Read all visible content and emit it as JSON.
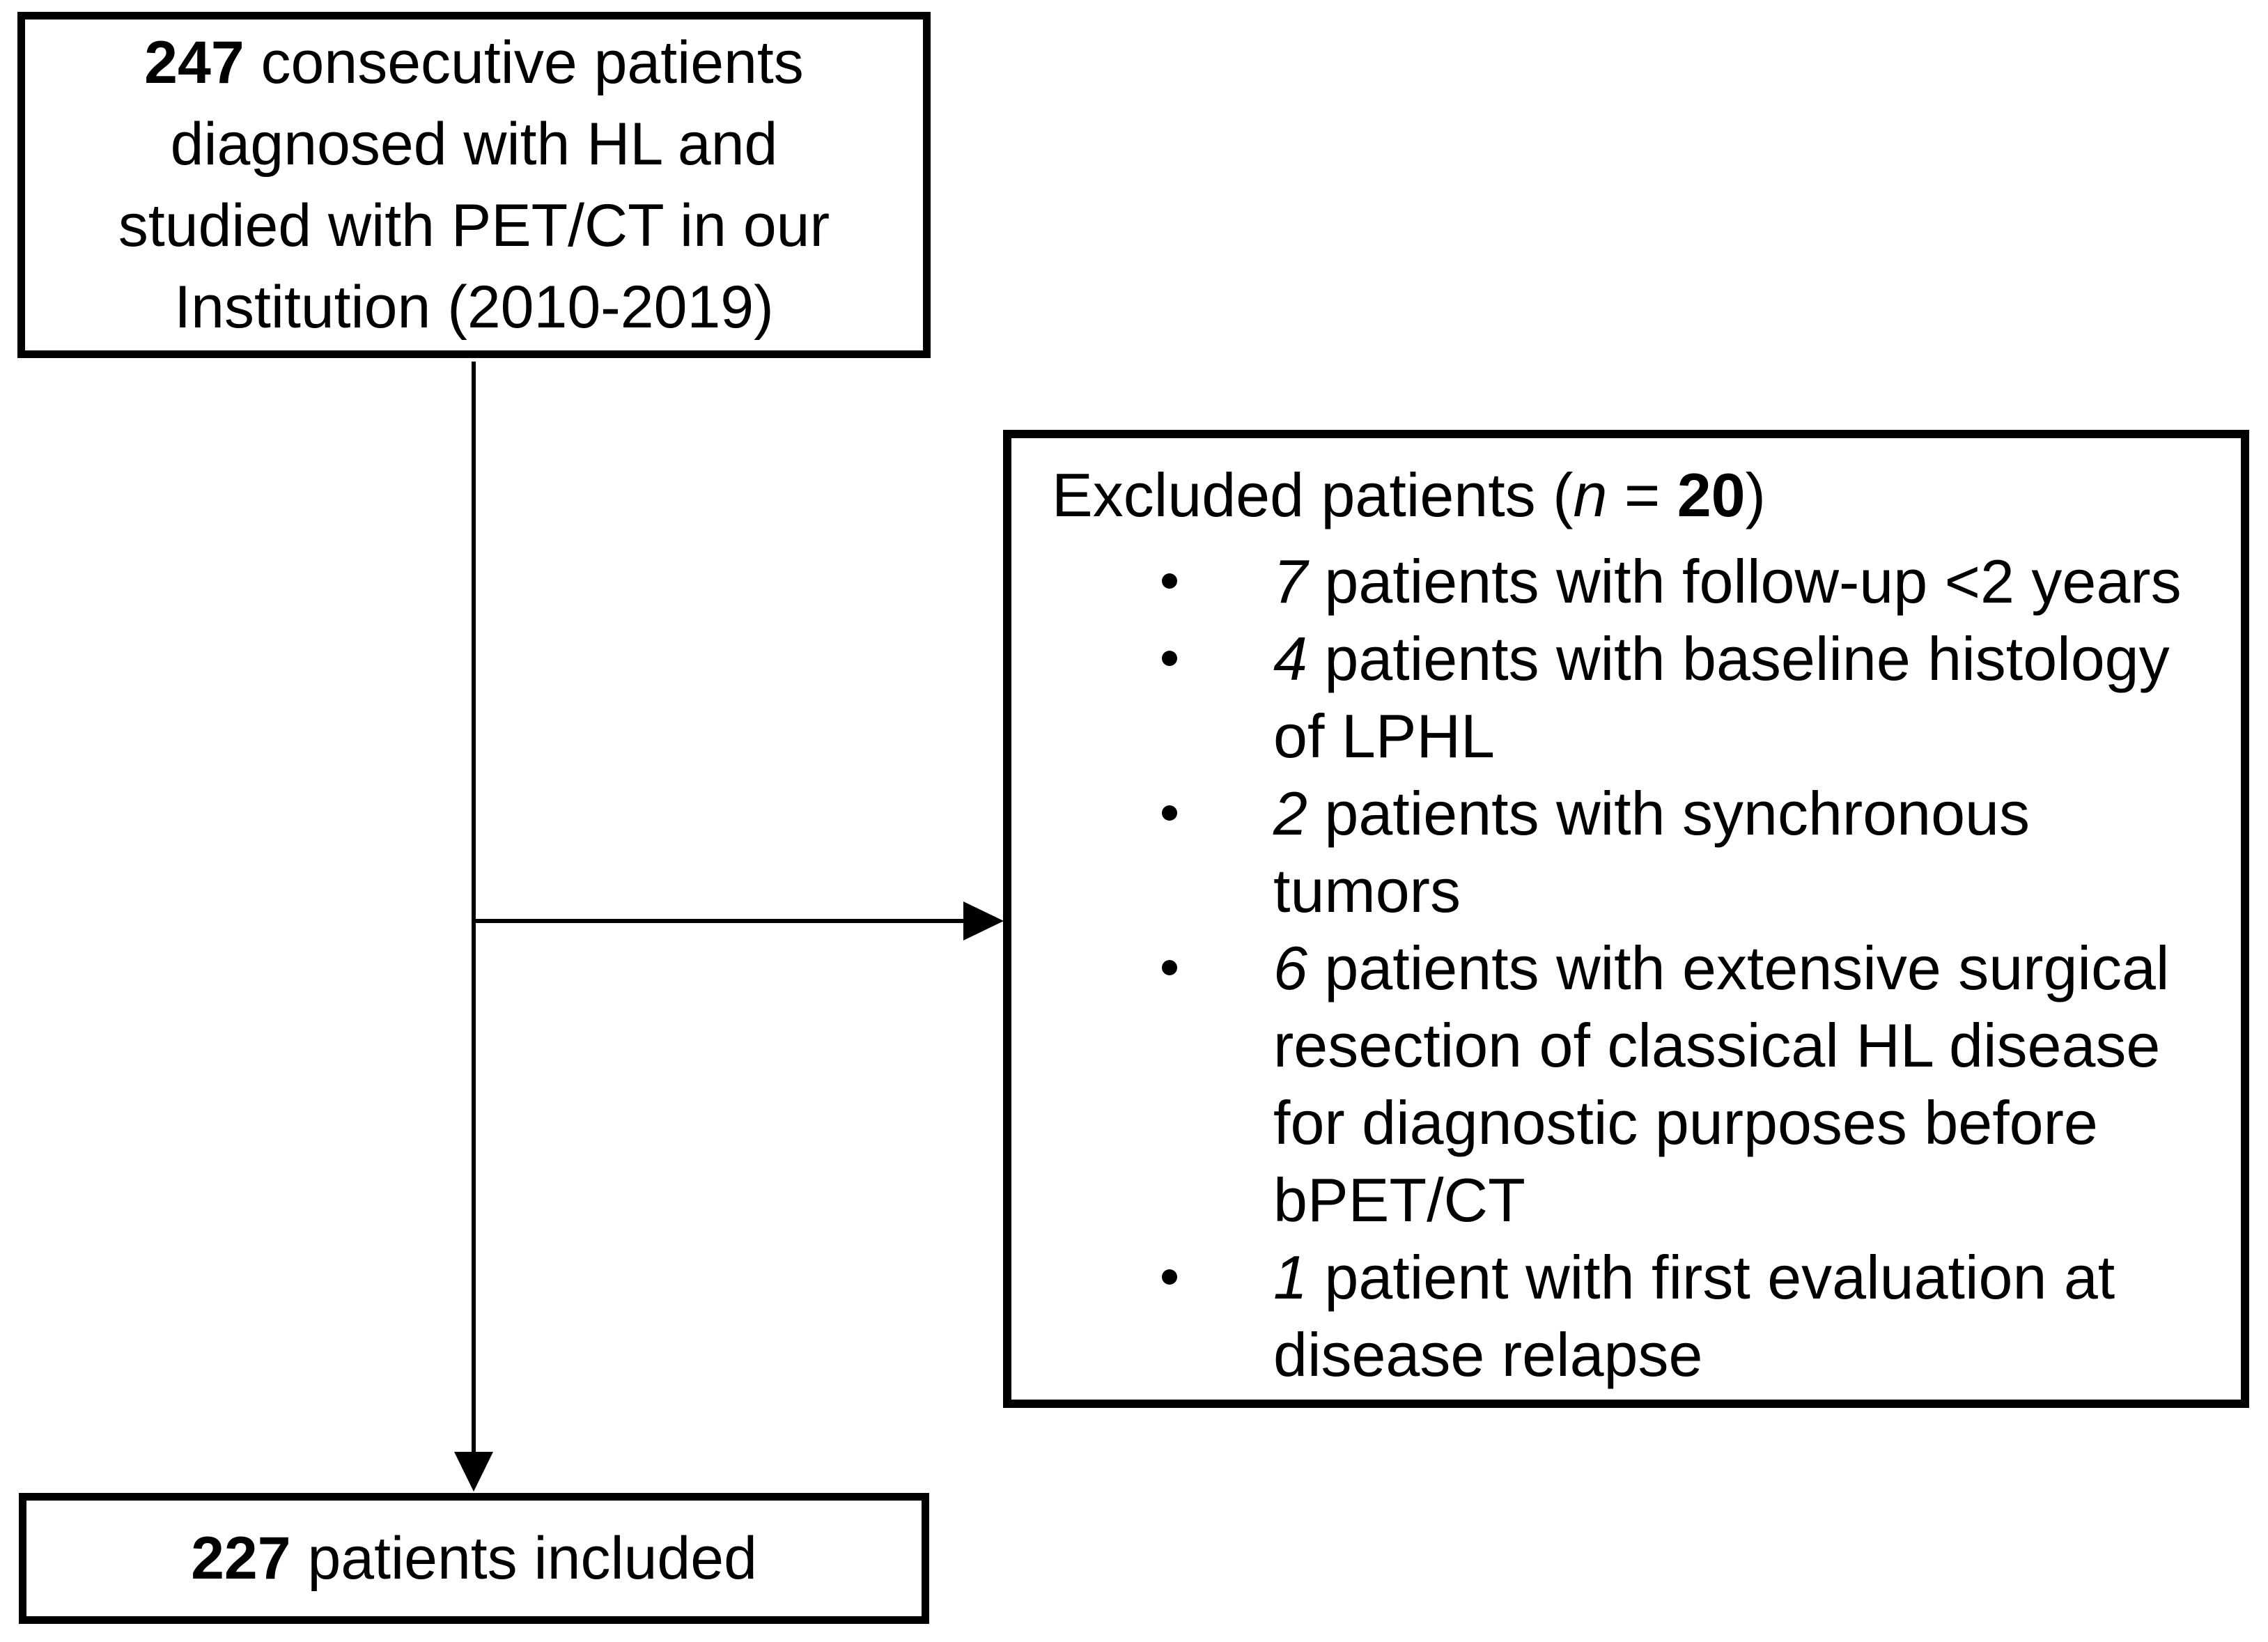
{
  "diagram": {
    "type": "patient-flowchart",
    "initial_box": {
      "number": "247",
      "text": " consecutive patients\ndiagnosed with HL and\nstudied with PET/CT in our\nInstitution (2010-2019)"
    },
    "excluded_box": {
      "header": {
        "prefix": "Excluded patients (",
        "n_symbol": "n",
        "equals": " = ",
        "count": "20",
        "suffix": ")"
      },
      "items": [
        {
          "count": "7",
          "text": " patients with follow-up <2 years"
        },
        {
          "count": "4",
          "text": " patients with baseline histology\nof LPHL"
        },
        {
          "count": "2",
          "text": " patients with synchronous\ntumors"
        },
        {
          "count": "6",
          "text": " patients with extensive surgical\nresection of classical HL disease\nfor diagnostic purposes before\nbPET/CT"
        },
        {
          "count": "1",
          "text": " patient with first evaluation at\ndisease relapse"
        }
      ]
    },
    "included_box": {
      "number": "227",
      "text": " patients included"
    },
    "icons": {
      "bullet": "•",
      "arrowhead_down": "▼",
      "arrowhead_right": "▶"
    },
    "colors": {
      "line": "#000000",
      "text": "#000000",
      "background": "#ffffff"
    }
  }
}
